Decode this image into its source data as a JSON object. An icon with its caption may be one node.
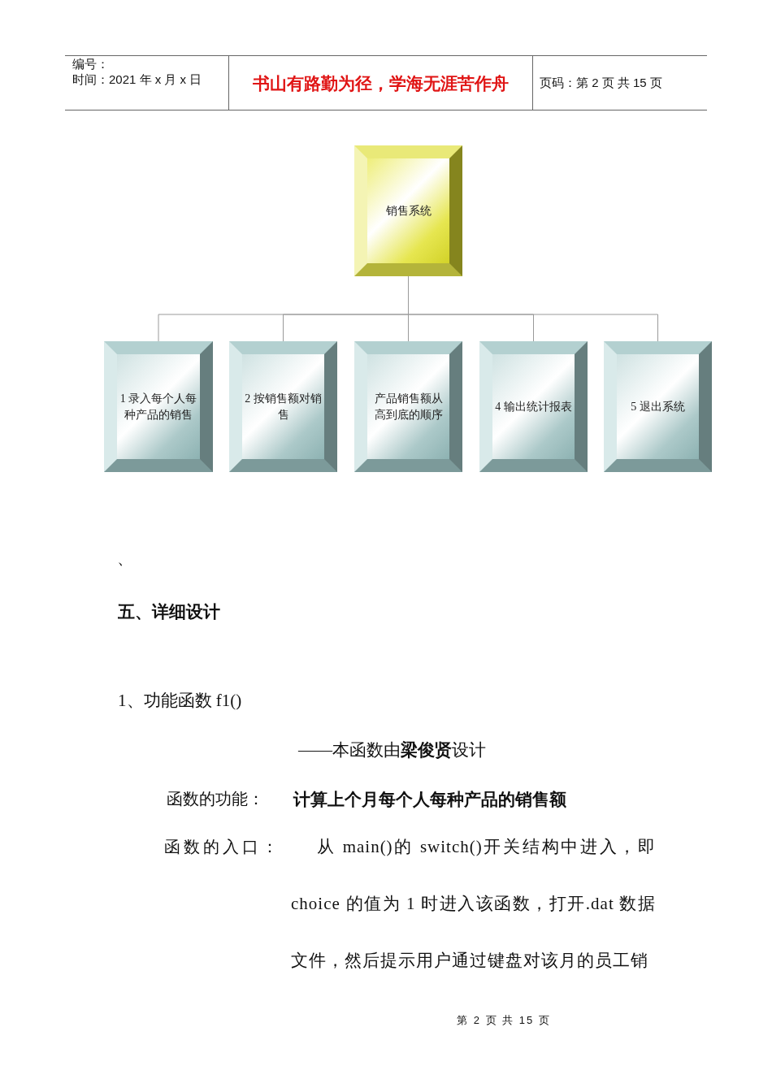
{
  "diagram": {
    "nodes": [
      {
        "text": [
          "销售系统"
        ]
      },
      {
        "text": [
          "1 录入每个人每种产品的销售"
        ]
      },
      {
        "text": [
          "2 按销售额对销售"
        ]
      },
      {
        "text": [
          "产品销售额从高到底的顺序"
        ]
      },
      {
        "text": [
          "4 输出统计报表"
        ]
      },
      {
        "text": [
          "5 退出系统"
        ]
      }
    ],
    "edges": [
      {
        "from": 0,
        "to": 1,
        "arrow": "none"
      },
      {
        "from": 0,
        "to": 2,
        "arrow": "none"
      },
      {
        "from": 0,
        "to": 3,
        "arrow": "none"
      },
      {
        "from": 0,
        "to": 4,
        "arrow": "none"
      },
      {
        "from": 0,
        "to": 5,
        "arrow": "none"
      }
    ],
    "labels": [
      "编号：",
      "时间：2021 年 x 月 x 日",
      "书山有路勤为径，学海无涯苦作舟",
      "页码：第 2 页 共 15 页",
      "、",
      "五、详细设计",
      "1、功能函数 f1()",
      "——本函数由**梁俊贤**设计",
      "函数的功能：",
      "计算上个月每个人每种产品的销售额",
      "函数的入口：",
      "从 main()的 switch()开关结构中进入，即choice 的值为 1 时进入该函数，打开.dat 数据文件，然后提示用户通过键盘对该月的员工销",
      "第 2 页 共 15 页"
    ]
  }
}
